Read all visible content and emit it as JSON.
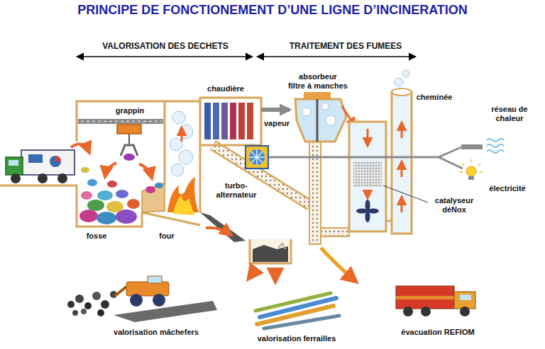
{
  "diagram": {
    "title": "PRINCIPE DE FONCTIONEMENT D’UNE LIGNE D’INCINERATION",
    "labels": [
      "VALORISATION DES DECHETS",
      "TRAITEMENT DES FUMEES",
      "grappin",
      "chaudière",
      "absorbeur",
      "filtre à manches",
      "cheminée",
      "réseau de chaleur",
      "vapeur",
      "turbo- alternateur",
      "catalyseur déNox",
      "électricité",
      "fosse",
      "four",
      "valorisation mâchefers",
      "valorisation ferrailles",
      "évacuation REFIOM"
    ]
  }
}
